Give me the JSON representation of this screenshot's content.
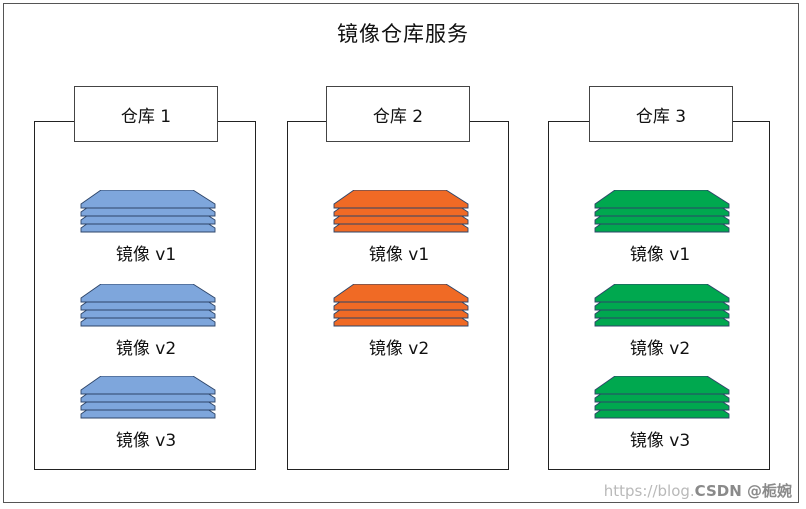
{
  "title": "镜像仓库服务",
  "repos": [
    {
      "label": "仓库 1",
      "color": "#7ea6dc",
      "images": [
        "镜像 v1",
        "镜像 v2",
        "镜像 v3"
      ]
    },
    {
      "label": "仓库 2",
      "color": "#f06a25",
      "images": [
        "镜像 v1",
        "镜像 v2"
      ]
    },
    {
      "label": "仓库 3",
      "color": "#00a84f",
      "images": [
        "镜像 v1",
        "镜像 v2",
        "镜像 v3"
      ]
    }
  ],
  "watermark": {
    "prefix": "https://blog.",
    "brand": "CSDN @栀婉"
  }
}
